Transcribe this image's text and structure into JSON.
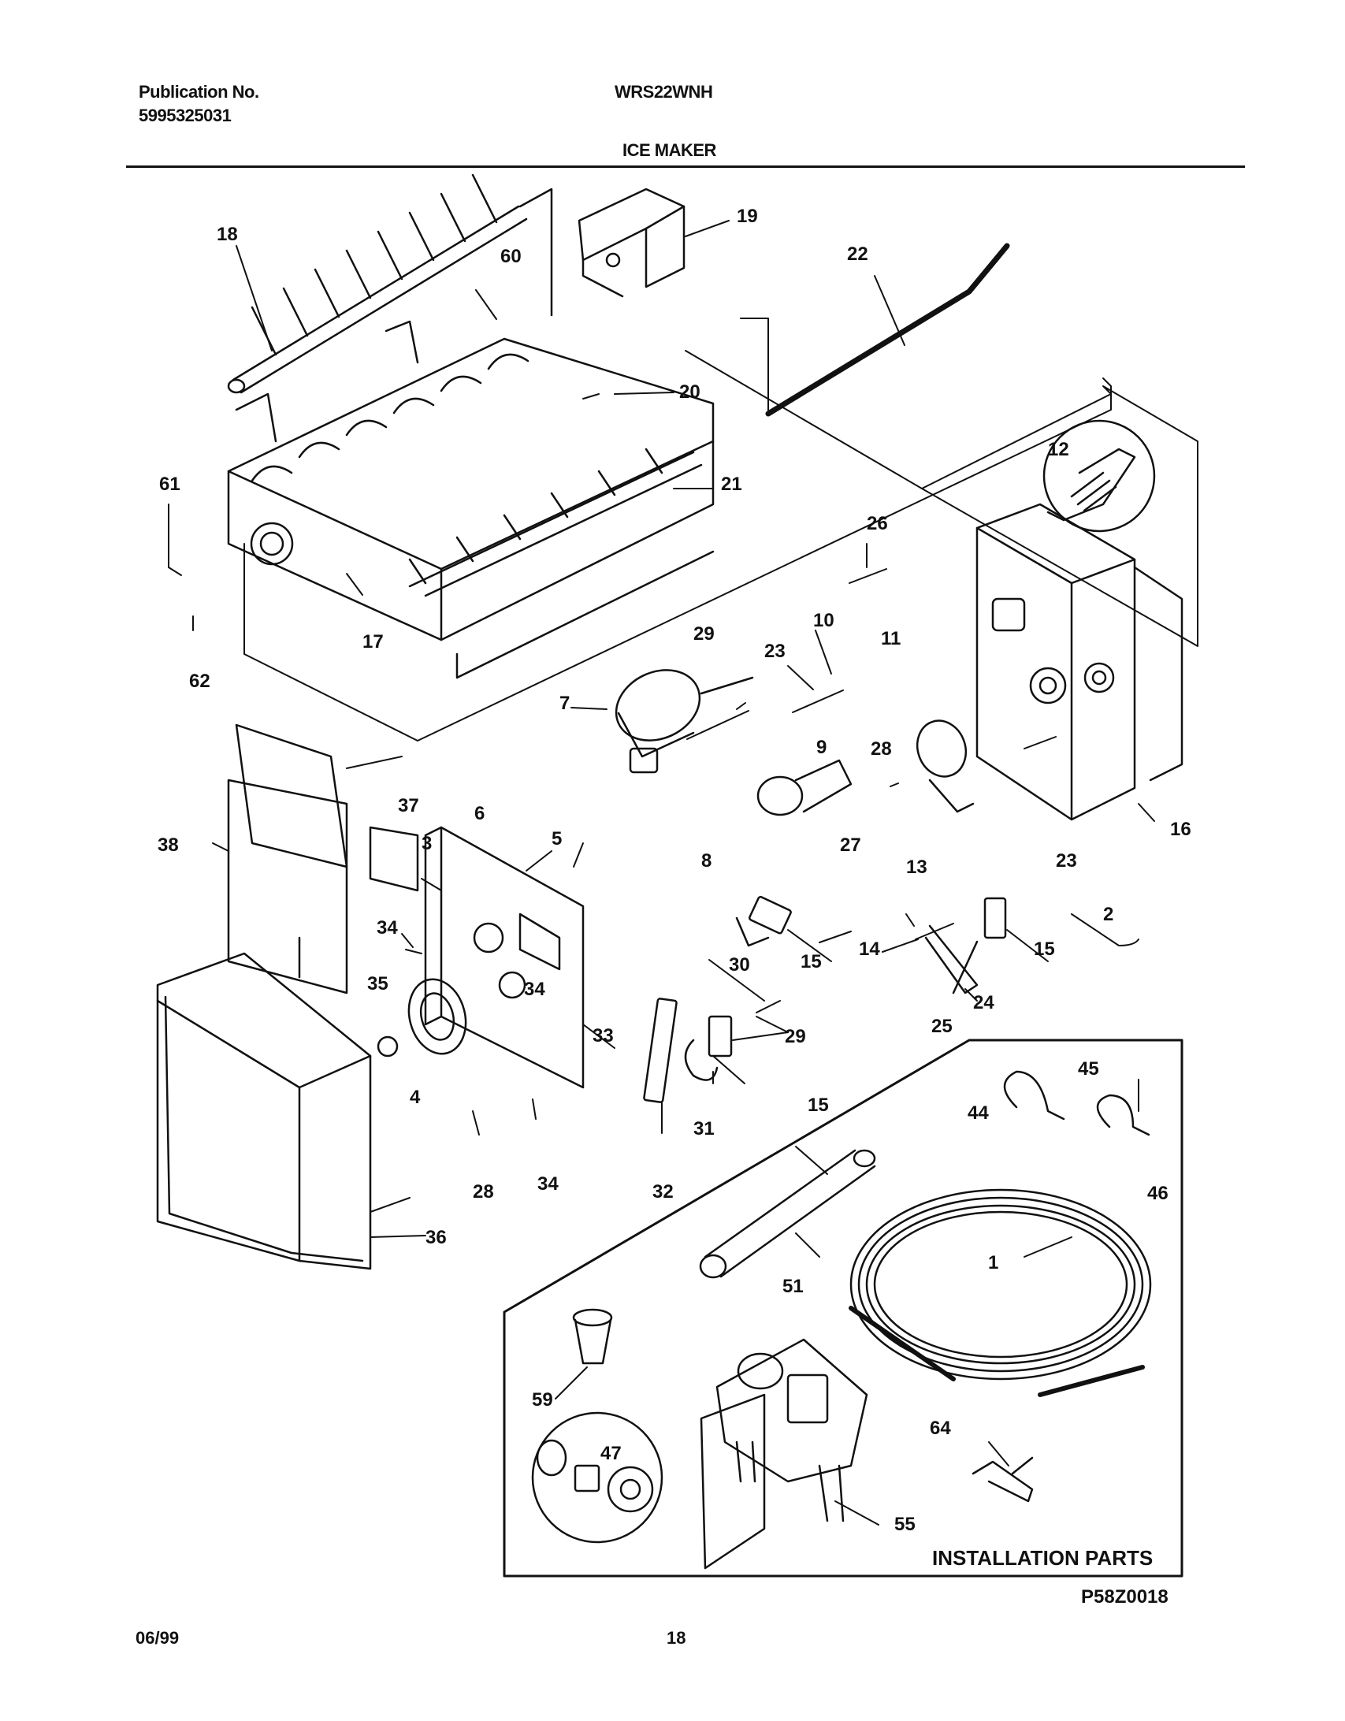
{
  "header": {
    "publication_label": "Publication No.",
    "publication_number": "5995325031",
    "model": "WRS22WNH",
    "section": "ICE MAKER"
  },
  "diagram": {
    "installation_label": "INSTALLATION PARTS",
    "drawing_code": "P58Z0018",
    "callouts": [
      "18",
      "19",
      "60",
      "22",
      "20",
      "21",
      "12",
      "61",
      "26",
      "11",
      "10",
      "17",
      "29",
      "23",
      "62",
      "7",
      "9",
      "28",
      "16",
      "37",
      "3",
      "6",
      "5",
      "13",
      "23",
      "38",
      "8",
      "27",
      "2",
      "34",
      "14",
      "15",
      "15",
      "30",
      "35",
      "34",
      "33",
      "29",
      "24",
      "25",
      "15",
      "4",
      "31",
      "45",
      "44",
      "28",
      "34",
      "32",
      "46",
      "36",
      "51",
      "1",
      "59",
      "47",
      "64",
      "55"
    ]
  },
  "footer": {
    "date": "06/99",
    "page": "18"
  }
}
